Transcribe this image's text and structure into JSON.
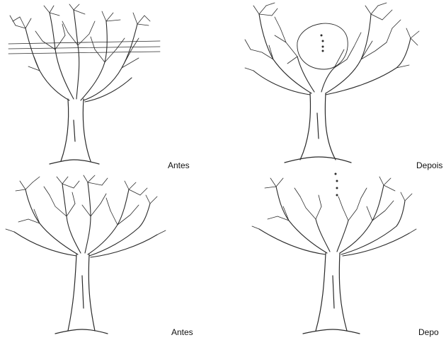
{
  "captions": {
    "top_left": "Antes",
    "top_right": "Depois",
    "bottom_left": "Antes",
    "bottom_right": "Depo"
  }
}
